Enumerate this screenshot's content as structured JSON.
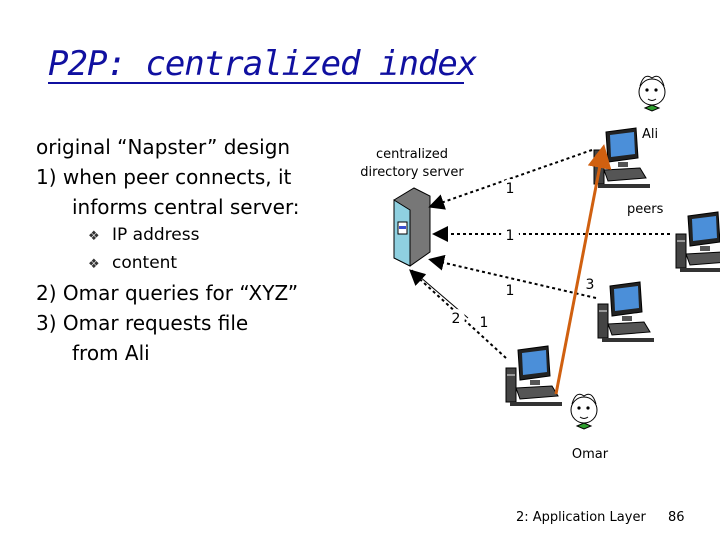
{
  "slide": {
    "title": "P2P: centralized index",
    "points": [
      "original “Napster” design",
      "1) when peer connects, it",
      "informs central server:",
      "IP address",
      "content",
      "2) Omar queries for “XYZ”",
      "3) Omar requests file",
      "from Ali"
    ],
    "footer": {
      "chapter": "2: Application Layer",
      "page": "86"
    }
  },
  "diagram": {
    "server_label": "centralized directory server",
    "server_label_lines": [
      "centralized",
      "directory server"
    ],
    "peers_label": "peers",
    "ali_label": "Ali",
    "omar_label": "Omar",
    "step_labels": [
      "1",
      "1",
      "1",
      "1",
      "2",
      "3"
    ]
  },
  "colors": {
    "title": "#1010a0",
    "transfer_arrow": "#d06010"
  }
}
